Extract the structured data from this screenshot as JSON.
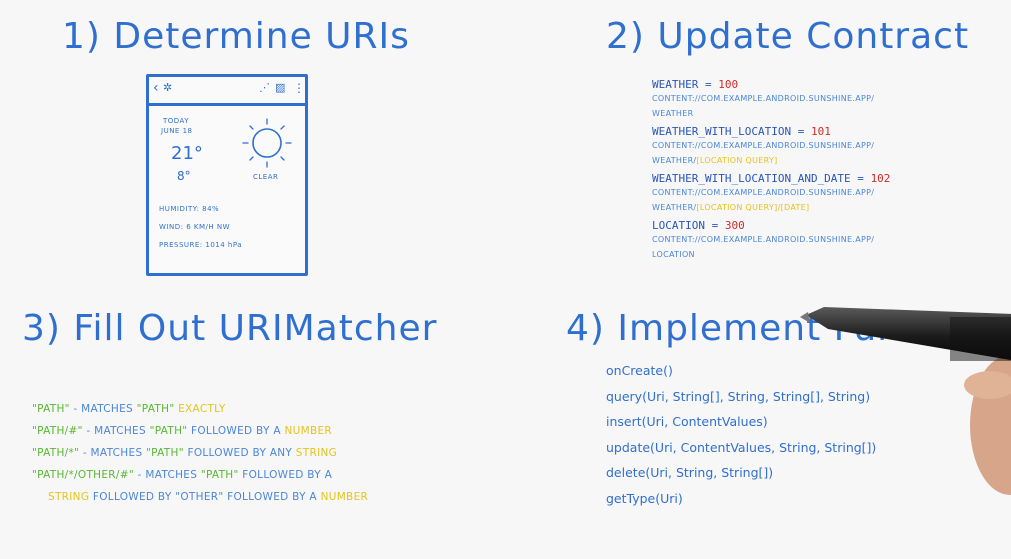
{
  "sections": {
    "s1": {
      "title": "1) Determine URIs"
    },
    "s2": {
      "title": "2) Update Contract"
    },
    "s3": {
      "title": "3) Fill Out URIMatcher"
    },
    "s4": {
      "title": "4) Implement Functions"
    }
  },
  "phone": {
    "back_icon": "back-arrow-icon",
    "today_label": "TODAY",
    "date": "JUNE 18",
    "high": "21°",
    "low": "8°",
    "condition": "CLEAR",
    "humidity": "HUMIDITY: 84%",
    "wind": "WIND: 6 KM/H NW",
    "pressure": "PRESSURE: 1014 hPa"
  },
  "contract": [
    {
      "name": "WEATHER",
      "eq": " = ",
      "code": "100",
      "uri": "CONTENT://COM.EXAMPLE.ANDROID.SUNSHINE.APP/",
      "path": "WEATHER",
      "suffix": ""
    },
    {
      "name": "WEATHER_WITH_LOCATION",
      "eq": " = ",
      "code": "101",
      "uri": "CONTENT://COM.EXAMPLE.ANDROID.SUNSHINE.APP/",
      "path": "WEATHER/",
      "suffix": "[LOCATION QUERY]"
    },
    {
      "name": "WEATHER_WITH_LOCATION_AND_DATE",
      "eq": " = ",
      "code": "102",
      "uri": "CONTENT://COM.EXAMPLE.ANDROID.SUNSHINE.APP/",
      "path": "WEATHER/",
      "suffix": "[LOCATION QUERY]/[DATE]"
    },
    {
      "name": "LOCATION",
      "eq": " = ",
      "code": "300",
      "uri": "CONTENT://COM.EXAMPLE.ANDROID.SUNSHINE.APP/",
      "path": "LOCATION",
      "suffix": ""
    }
  ],
  "rules": [
    {
      "p1": "\"PATH\"",
      "p2": " - MATCHES ",
      "p3": "\"PATH\"",
      "p4": " ",
      "p5": "EXACTLY",
      "p6": ""
    },
    {
      "p1": "\"PATH/#\"",
      "p2": " - MATCHES ",
      "p3": "\"PATH\"",
      "p4": " FOLLOWED BY A ",
      "p5": "NUMBER",
      "p6": ""
    },
    {
      "p1": "\"PATH/*\"",
      "p2": " - MATCHES ",
      "p3": "\"PATH\"",
      "p4": " FOLLOWED BY ANY ",
      "p5": "STRING",
      "p6": ""
    },
    {
      "p1": "\"PATH/*/OTHER/#\"",
      "p2": " - MATCHES ",
      "p3": "\"PATH\"",
      "p4": " FOLLOWED BY A",
      "p5": "",
      "p6": ""
    },
    {
      "p1": "",
      "p2": "",
      "p3": "",
      "p4": "",
      "p5": "STRING",
      "p6": " FOLLOWED BY \"OTHER\" FOLLOWED BY A ",
      "p7": "NUMBER"
    }
  ],
  "functions": [
    "onCreate()",
    "query(Uri, String[], String, String[], String)",
    "insert(Uri, ContentValues)",
    "update(Uri, ContentValues, String, String[])",
    "delete(Uri, String, String[])",
    "getType(Uri)"
  ]
}
